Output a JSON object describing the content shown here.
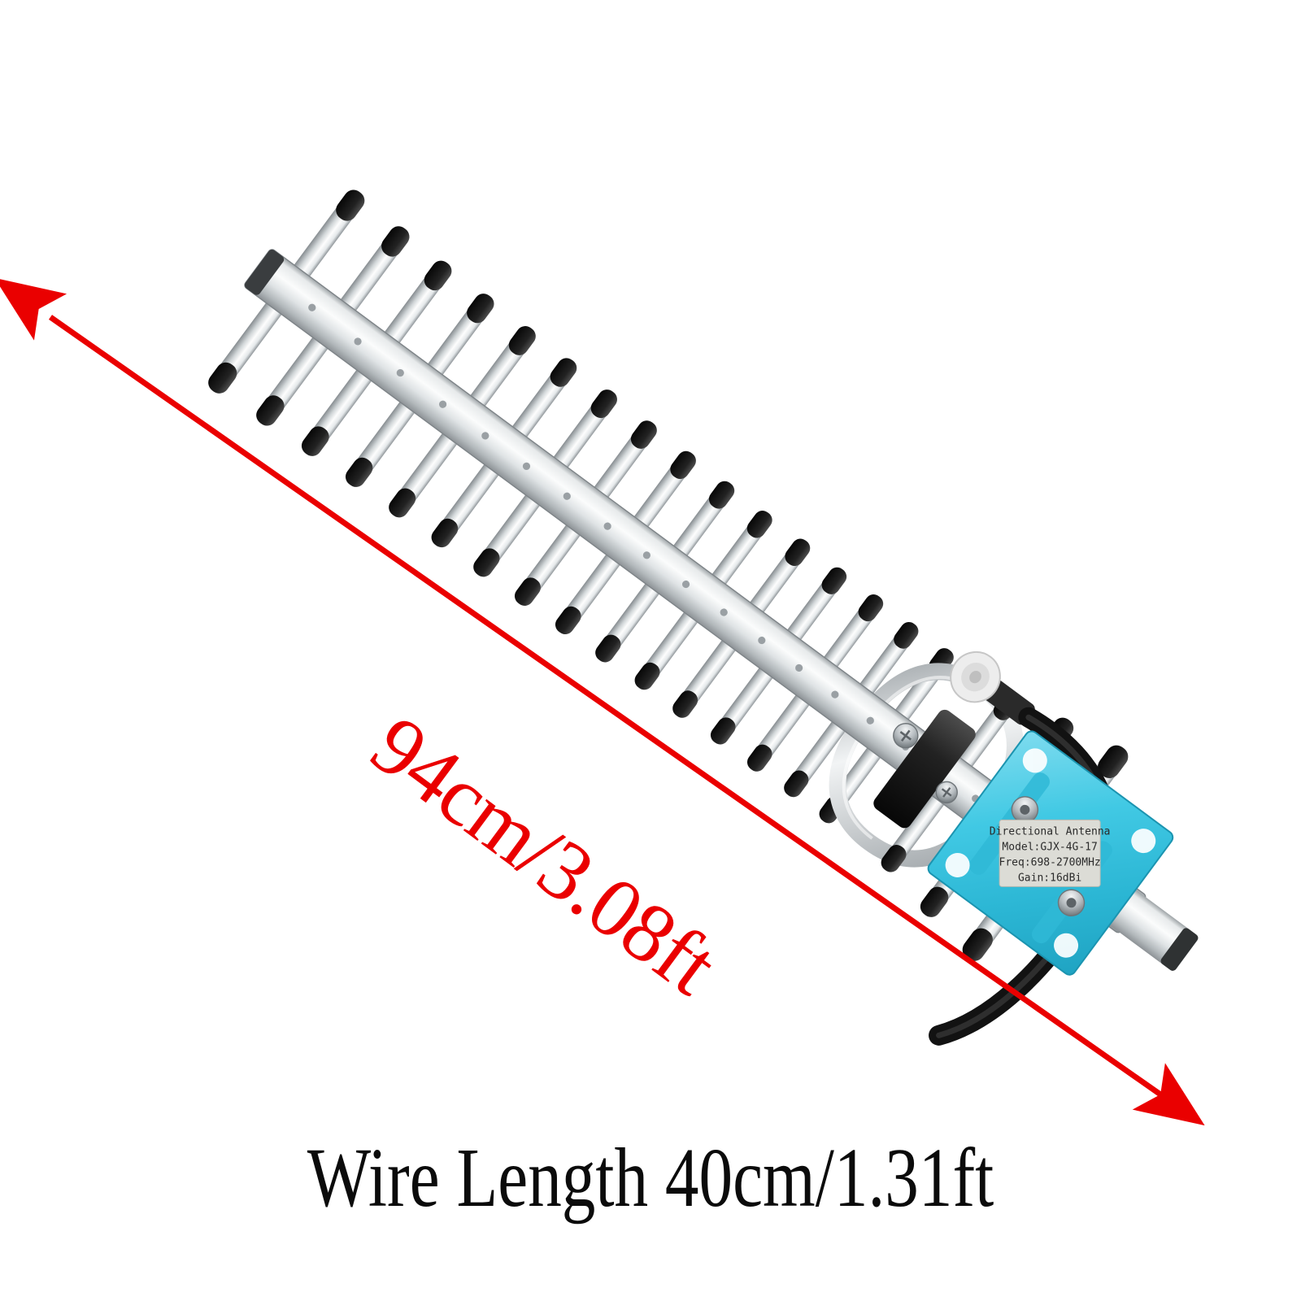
{
  "image": {
    "subject": "directional yagi antenna product photo",
    "background_color": "#ffffff"
  },
  "annotations": {
    "length_label": "94cm/3.08ft",
    "length_label_color": "#ea0000",
    "caption": "Wire Length 40cm/1.31ft",
    "caption_color": "#0b0b0b"
  },
  "product": {
    "boom_color": "#d9dcdd",
    "element_color": "#cfd4d6",
    "element_cap_color": "#1a1a1a",
    "clamp_color": "#161616",
    "cable_color": "#121212",
    "connector_color": "#e8e8e8",
    "junction_box_color": "#3cc8e0",
    "screw_color": "#b9bec2",
    "label_plate_color": "#dcdcd6",
    "spec_label": {
      "line1": "Directional Antenna",
      "line2": "Model:GJX-4G-17",
      "line3": "Freq:698-2700MHz",
      "line4": "Gain:16dBi"
    }
  }
}
